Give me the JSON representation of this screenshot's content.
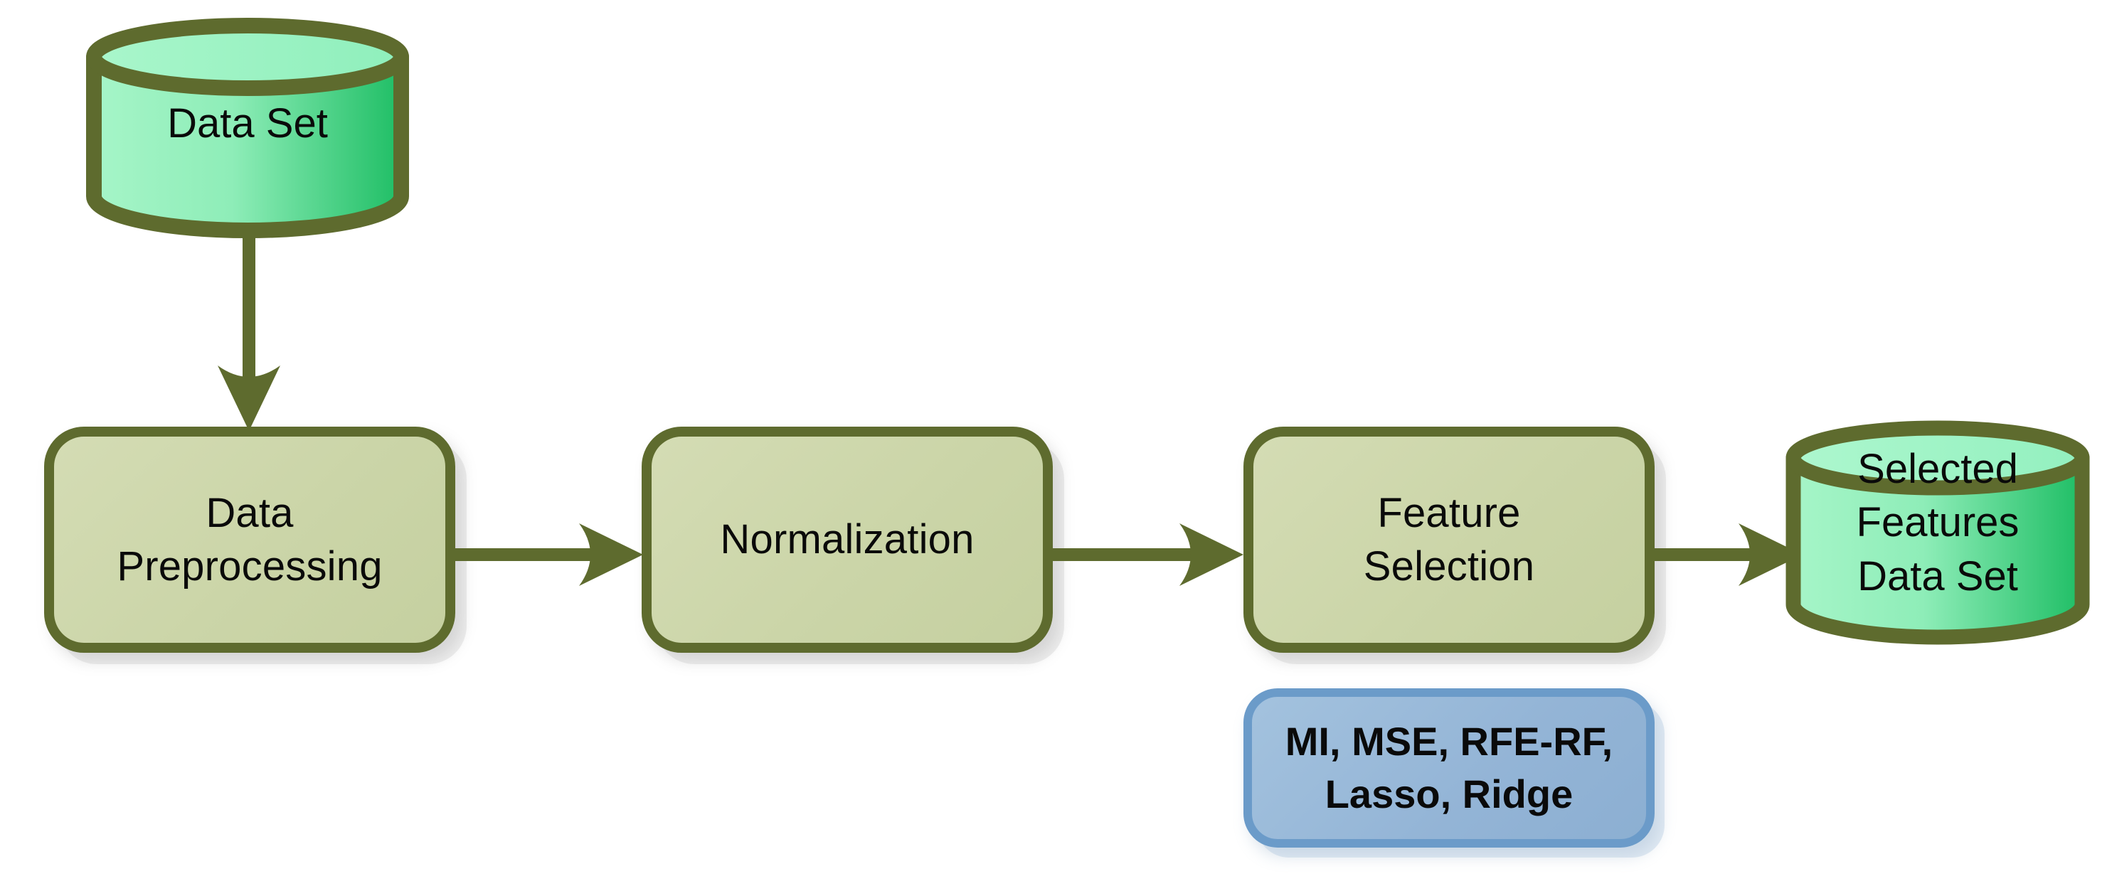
{
  "diagram": {
    "title": "Feature selection preprocessing pipeline",
    "colors": {
      "process_border": "#5E6B2E",
      "process_fill": "#CBD5A8",
      "cylinder_border": "#5E6B2E",
      "cylinder_fill_light": "#A6F5C8",
      "cylinder_fill_dark": "#1FBE65",
      "cylinder_top": "#9CF3C4",
      "annotation_border": "#6B9BC9",
      "annotation_fill": "#93B4D6",
      "arrow": "#5E6B2E",
      "text": "#0A0A0A",
      "background": "#FFFFFF"
    },
    "nodes": [
      {
        "id": "data-set",
        "type": "cylinder",
        "label": "Data Set"
      },
      {
        "id": "data-preprocessing",
        "type": "process",
        "label": "Data\nPreprocessing"
      },
      {
        "id": "normalization",
        "type": "process",
        "label": "Normalization"
      },
      {
        "id": "feature-selection",
        "type": "process",
        "label": "Feature\nSelection"
      },
      {
        "id": "selected-features",
        "type": "cylinder",
        "label": "Selected\nFeatures\nData Set"
      },
      {
        "id": "methods",
        "type": "annotation",
        "label": "MI, MSE, RFE-RF,\nLasso, Ridge"
      }
    ],
    "edges": [
      {
        "from": "data-set",
        "to": "data-preprocessing",
        "direction": "down"
      },
      {
        "from": "data-preprocessing",
        "to": "normalization",
        "direction": "right"
      },
      {
        "from": "normalization",
        "to": "feature-selection",
        "direction": "right"
      },
      {
        "from": "feature-selection",
        "to": "selected-features",
        "direction": "right"
      }
    ]
  }
}
